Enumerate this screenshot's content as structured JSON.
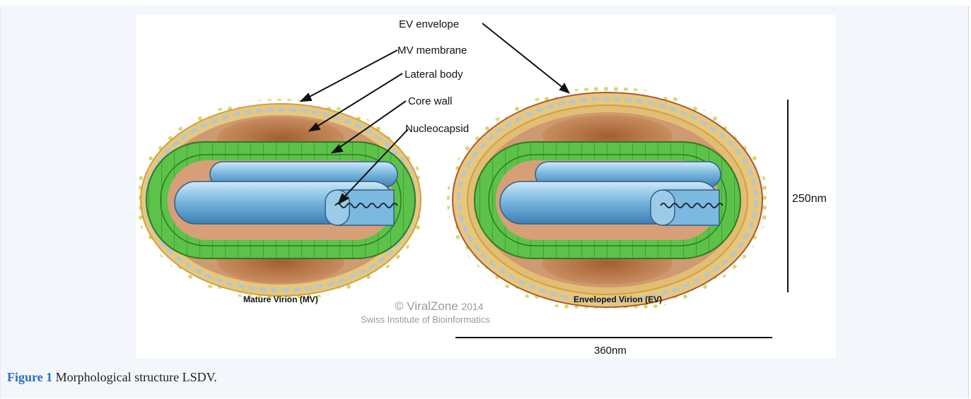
{
  "figure": {
    "labels": {
      "ev_envelope": "EV envelope",
      "mv_membrane": "MV membrane",
      "lateral_body": "Lateral body",
      "core_wall": "Core wall",
      "nucleocapsid": "Nucleocapsid"
    },
    "titles": {
      "mature": "Mature Virion (MV)",
      "enveloped": "Enveloped Virion (EV)"
    },
    "copyright": {
      "line1_symbol": "© ViralZone",
      "line1_year": "2014",
      "line2": "Swiss Institute of Bioinformatics"
    },
    "scale": {
      "height": "250nm",
      "width": "360nm"
    },
    "colors": {
      "lateral_body": "#9b5a2e",
      "core_wall": "#5cc24a",
      "nucleocapsid": "#7cb9e0",
      "envelope": "#e9c77a",
      "spikes": "#d8d86a",
      "caption_link": "#2b6fc7"
    }
  },
  "caption": {
    "label": "Figure 1",
    "text": "Morphological structure LSDV."
  }
}
